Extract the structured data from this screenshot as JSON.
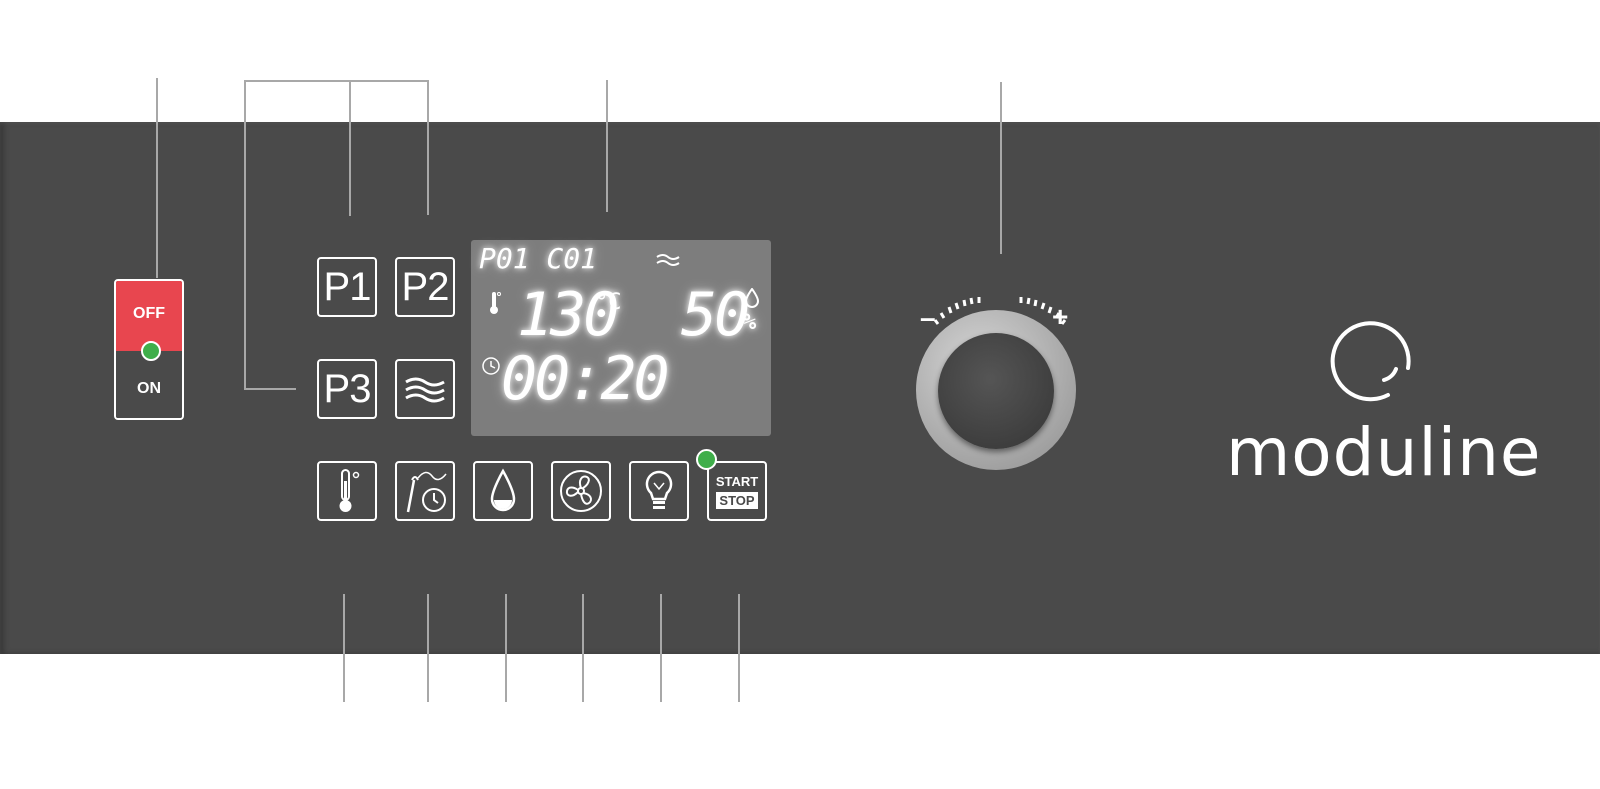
{
  "power_switch": {
    "off_label": "OFF",
    "on_label": "ON"
  },
  "program_keys": [
    {
      "label": "P1"
    },
    {
      "label": "P2"
    },
    {
      "label": "P3"
    }
  ],
  "display": {
    "program_code": "P01 C01",
    "temperature_value": "130",
    "temperature_unit": "°C",
    "humidity_value": "50",
    "humidity_unit": "%",
    "time_value": "00:20"
  },
  "start_stop": {
    "start_label": "START",
    "stop_label": "STOP"
  },
  "knob": {
    "minus_label": "–",
    "plus_label": "+"
  },
  "brand": {
    "name": "moduline"
  },
  "colors": {
    "panel": "#4a4a4a",
    "off_red": "#e8464f",
    "led_green": "#3fae4a",
    "lcd": "#7d7d7d"
  },
  "icons": [
    "thermometer-icon",
    "core-probe-timer-icon",
    "humidity-drop-icon",
    "fan-icon",
    "oven-light-icon",
    "steam-waves-icon",
    "clock-icon"
  ]
}
